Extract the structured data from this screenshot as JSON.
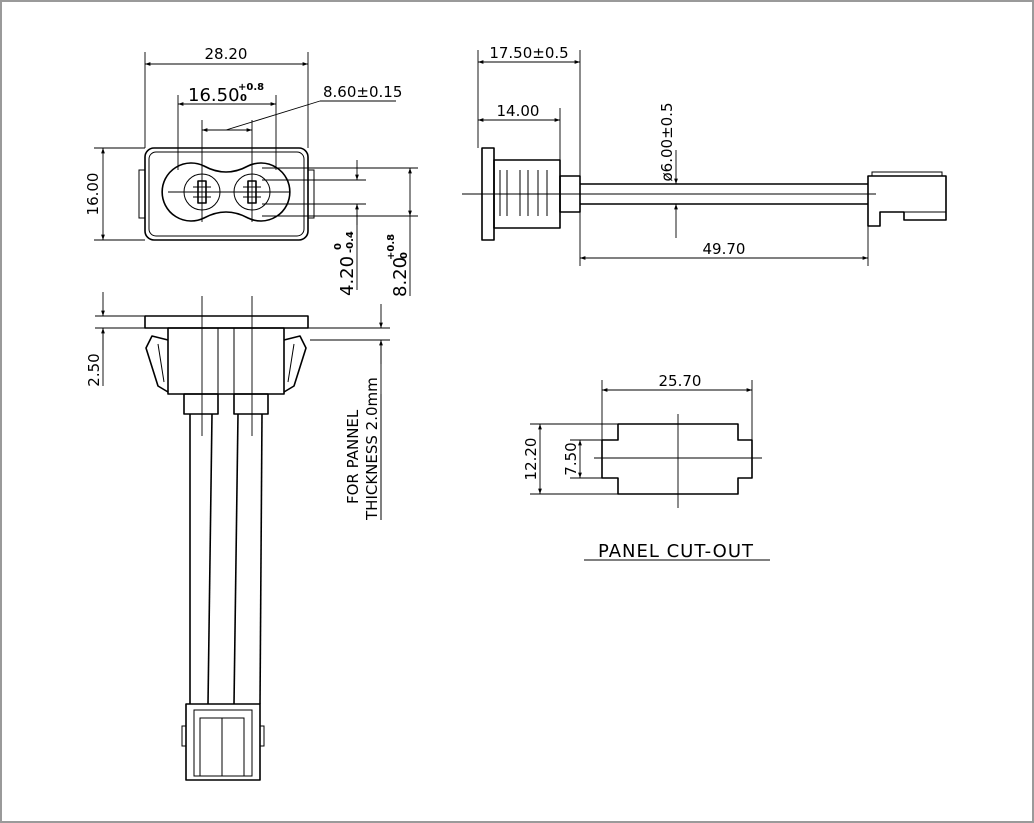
{
  "views": {
    "front": {
      "width": "28.20",
      "pin_spacing": "16.50",
      "pin_spacing_tol_upper": "+0.8",
      "pin_spacing_tol_lower": "0",
      "inner_width": "8.60±0.15",
      "height": "16.00",
      "slot_height": "4.20",
      "slot_height_tol_upper": "0",
      "slot_height_tol_lower": "-0.4",
      "outer_slot_height": "8.20",
      "outer_slot_tol_upper": "+0.8",
      "outer_slot_tol_lower": "0"
    },
    "side": {
      "depth": "17.50±0.5",
      "body_depth": "14.00",
      "cable_diameter": "ø6.00±0.5",
      "cable_length": "49.70"
    },
    "bottom": {
      "flange_thickness": "2.50",
      "note_line1": "FOR PANNEL",
      "note_line2": "THICKNESS 2.0mm"
    },
    "cutout": {
      "width": "25.70",
      "height": "12.20",
      "inner_height": "7.50",
      "title": "PANEL CUT-OUT"
    }
  }
}
